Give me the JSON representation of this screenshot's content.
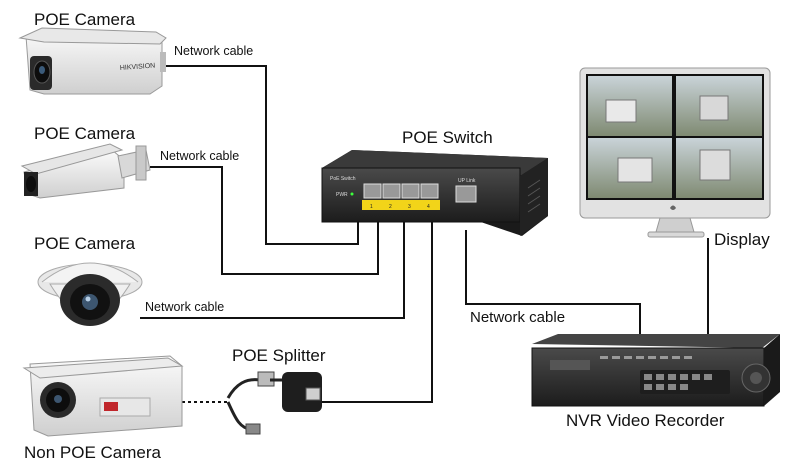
{
  "devices": {
    "camera1": {
      "label": "POE Camera",
      "brand": "HIKVISION"
    },
    "camera2": {
      "label": "POE Camera"
    },
    "camera3": {
      "label": "POE Camera"
    },
    "camera4": {
      "label": "Non POE Camera"
    },
    "switch": {
      "label": "POE Switch",
      "panel_label": "PoE Switch",
      "pwr": "PWR",
      "uplink": "UP Link",
      "ports": [
        "1",
        "2",
        "3",
        "4"
      ]
    },
    "splitter": {
      "label": "POE Splitter"
    },
    "monitor": {
      "label": "Display"
    },
    "nvr": {
      "label": "NVR Video Recorder"
    }
  },
  "cables": {
    "cam1": "Network cable",
    "cam2": "Network cable",
    "cam3": "Network cable",
    "uplink": "Network cable"
  },
  "colors": {
    "cable": "#111111",
    "port_yellow": "#f2d419",
    "switch_body": "#2b2b2b",
    "nvr_body": "#2a2a2a"
  }
}
